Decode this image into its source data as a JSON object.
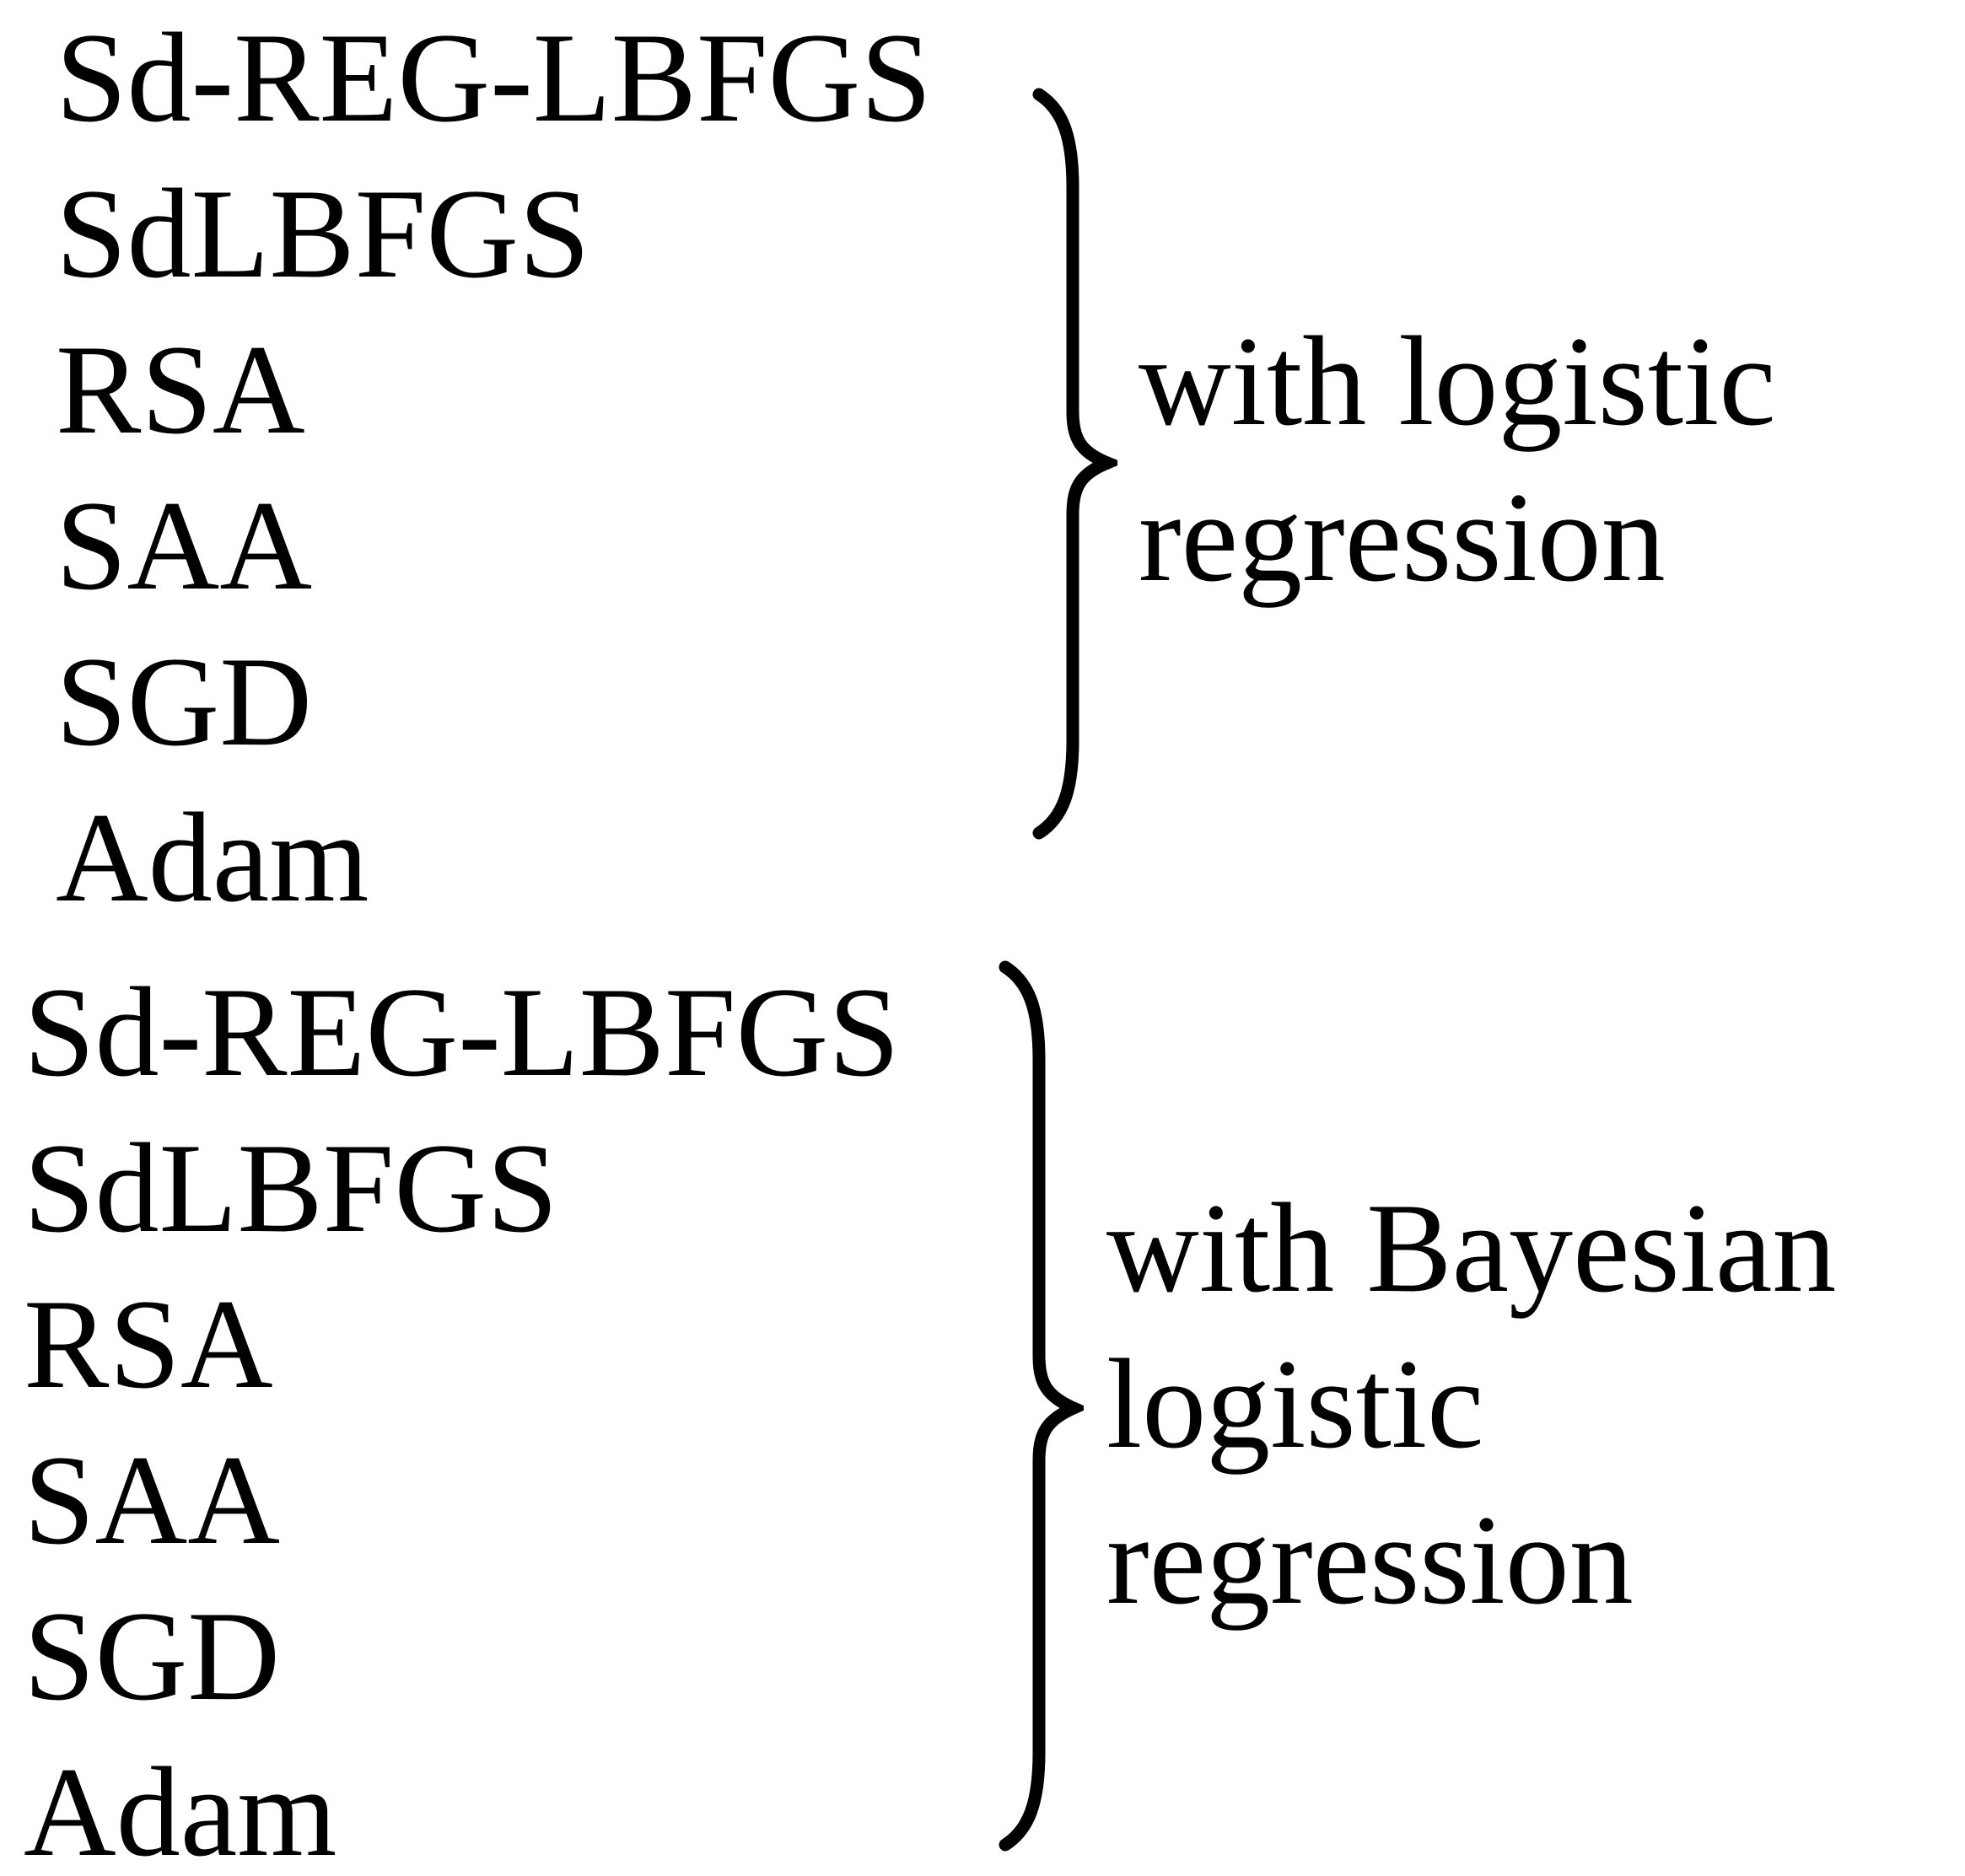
{
  "figure": {
    "background": "#ffffff",
    "text_color": "#000000",
    "groups": [
      {
        "items": [
          "Sd-REG-LBFGS",
          "SdLBFGS",
          "RSA",
          "SAA",
          "SGD",
          "Adam"
        ],
        "label": "with logistic regression",
        "label_lines": [
          "with logistic",
          "regression"
        ]
      },
      {
        "items": [
          "Sd-REG-LBFGS",
          "SdLBFGS",
          "RSA",
          "SAA",
          "SGD",
          "Adam"
        ],
        "label": "with Bayesian logistic regression",
        "label_lines": [
          "with Bayesian",
          "logistic",
          "regression"
        ]
      }
    ]
  }
}
